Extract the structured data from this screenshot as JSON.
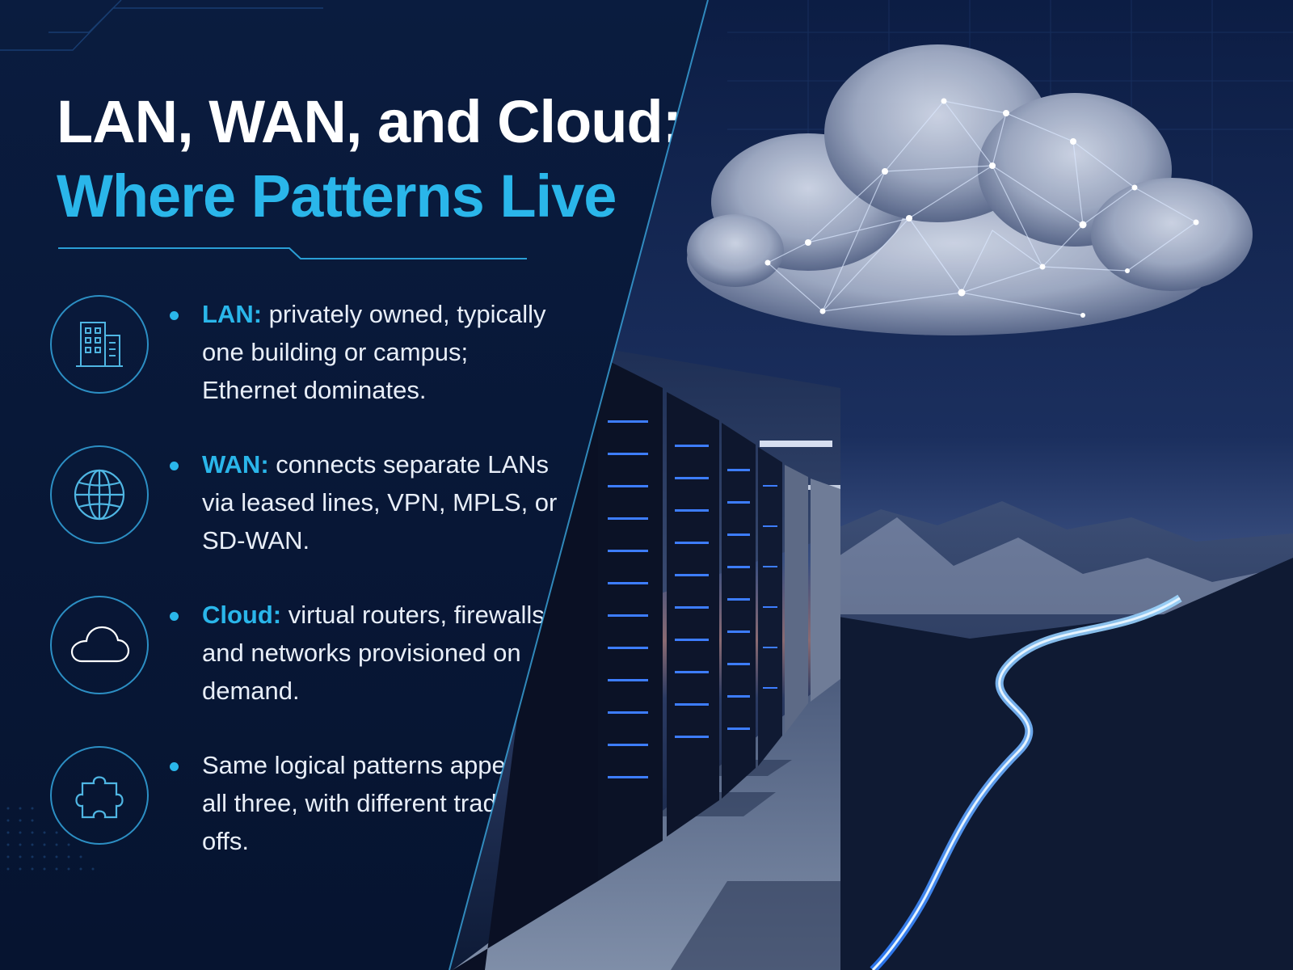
{
  "title": {
    "line1": "LAN, WAN, and Cloud:",
    "line2": "Where Patterns Live"
  },
  "items": [
    {
      "icon": "building-icon",
      "key": "LAN:",
      "text": " privately owned, typically one building or campus; Ethernet dominates."
    },
    {
      "icon": "globe-icon",
      "key": "WAN:",
      "text": " connects separate LANs via leased lines, VPN, MPLS, or SD-WAN."
    },
    {
      "icon": "cloud-icon",
      "key": "Cloud:",
      "text": " virtual routers, firewalls, and networks provisioned on demand."
    },
    {
      "icon": "puzzle-icon",
      "key": "",
      "text": "Same logical patterns appear in all three, with different trade-offs."
    }
  ],
  "colors": {
    "accent": "#2ab6ea",
    "panel": "#0a1c3f",
    "text": "#e8eef8"
  }
}
